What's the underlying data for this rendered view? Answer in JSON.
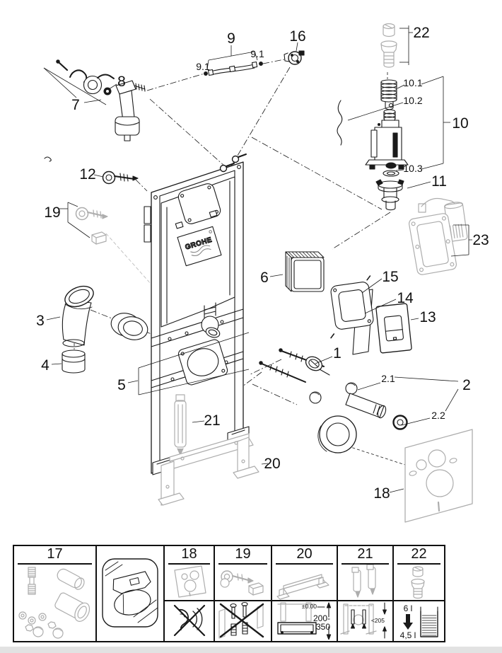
{
  "diagram": {
    "brand_logo": "GROHE",
    "part_labels": {
      "p1": "1",
      "p2": "2",
      "p2_1": "2.1",
      "p2_2": "2.2",
      "p3": "3",
      "p4": "4",
      "p5": "5",
      "p6": "6",
      "p7": "7",
      "p8": "8",
      "p9": "9",
      "p9_1a": "9.1",
      "p9_1b": "9.1",
      "p10": "10",
      "p10_1": "10.1",
      "p10_2": "10.2",
      "p10_3": "10.3",
      "p11": "11",
      "p12": "12",
      "p13": "13",
      "p14": "14",
      "p15": "15",
      "p16": "16",
      "p18": "18",
      "p19": "19",
      "p20": "20",
      "p21": "21",
      "p22": "22",
      "p23": "23"
    }
  },
  "legend_table": {
    "columns": [
      {
        "id": "kit-17",
        "label": "17"
      },
      {
        "id": "toilet-note",
        "label": ""
      },
      {
        "id": "kit-18",
        "label": "18"
      },
      {
        "id": "kit-19",
        "label": "19"
      },
      {
        "id": "kit-20",
        "label": "20"
      },
      {
        "id": "kit-21",
        "label": "21"
      },
      {
        "id": "kit-22",
        "label": "22"
      }
    ],
    "annotations": {
      "zero_level": "±0.00",
      "range_line1": "200-",
      "range_line2": "350",
      "max_height": "<205",
      "flush_from": "6 l",
      "flush_to": "4,5 l"
    }
  },
  "colors": {
    "ink": "#1a1a1a",
    "accessory_gray": "#adadad",
    "page_strip": "#e2e2e2"
  }
}
